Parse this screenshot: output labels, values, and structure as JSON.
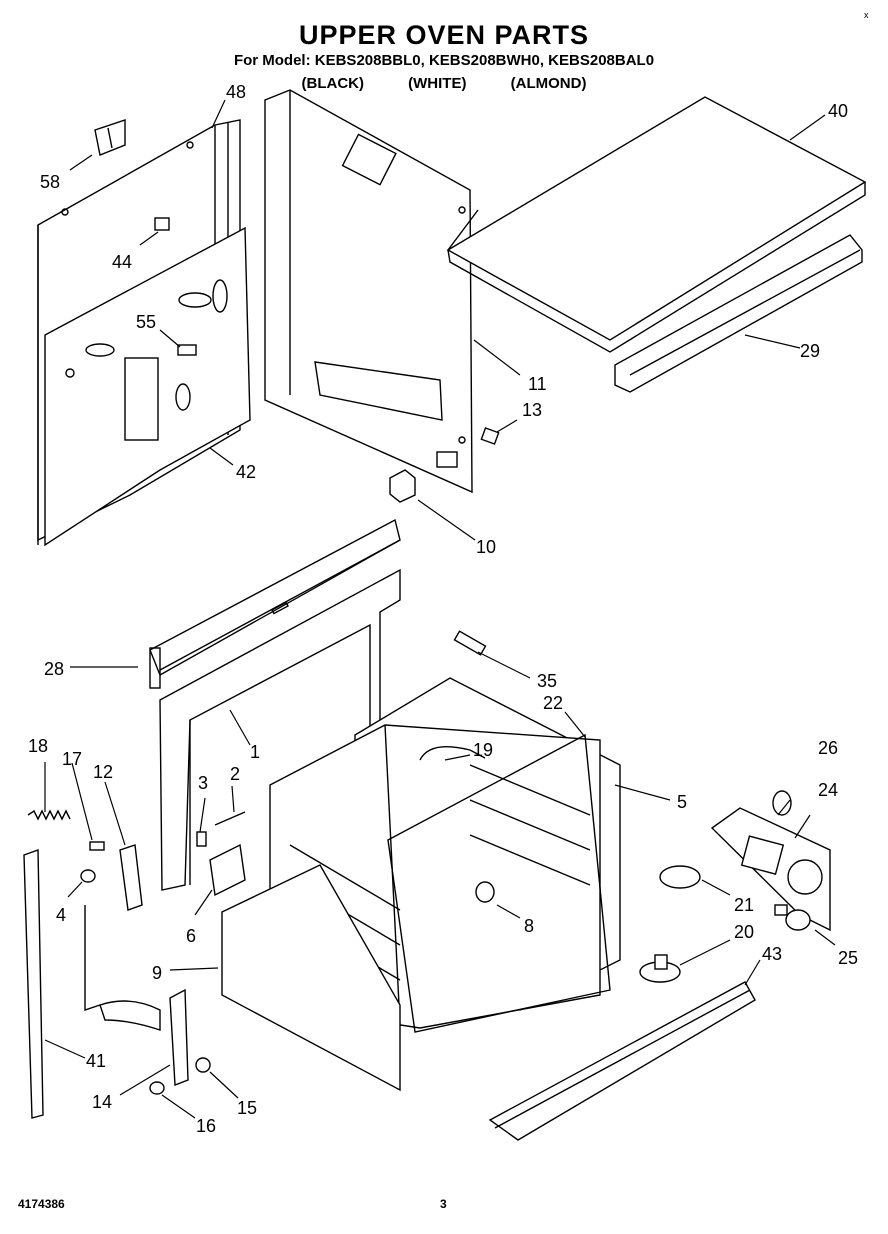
{
  "header": {
    "title": "UPPER OVEN PARTS",
    "model_prefix": "For Model:",
    "models": "KEBS208BBL0, KEBS208BWH0, KEBS208BAL0",
    "variants": [
      "(BLACK)",
      "(WHITE)",
      "(ALMOND)"
    ]
  },
  "corner_mark": "x",
  "callouts": {
    "c1": "1",
    "c2": "2",
    "c3": "3",
    "c4": "4",
    "c5": "5",
    "c6": "6",
    "c8": "8",
    "c9": "9",
    "c10": "10",
    "c11": "11",
    "c12": "12",
    "c13": "13",
    "c14": "14",
    "c15": "15",
    "c16": "16",
    "c17": "17",
    "c18": "18",
    "c19": "19",
    "c20": "20",
    "c21": "21",
    "c22": "22",
    "c24": "24",
    "c25": "25",
    "c26": "26",
    "c28": "28",
    "c29": "29",
    "c35": "35",
    "c40": "40",
    "c41": "41",
    "c42": "42",
    "c43": "43",
    "c44": "44",
    "c48": "48",
    "c55": "55",
    "c58": "58"
  },
  "footer": {
    "doc_number": "4174386",
    "page_number": "3"
  }
}
